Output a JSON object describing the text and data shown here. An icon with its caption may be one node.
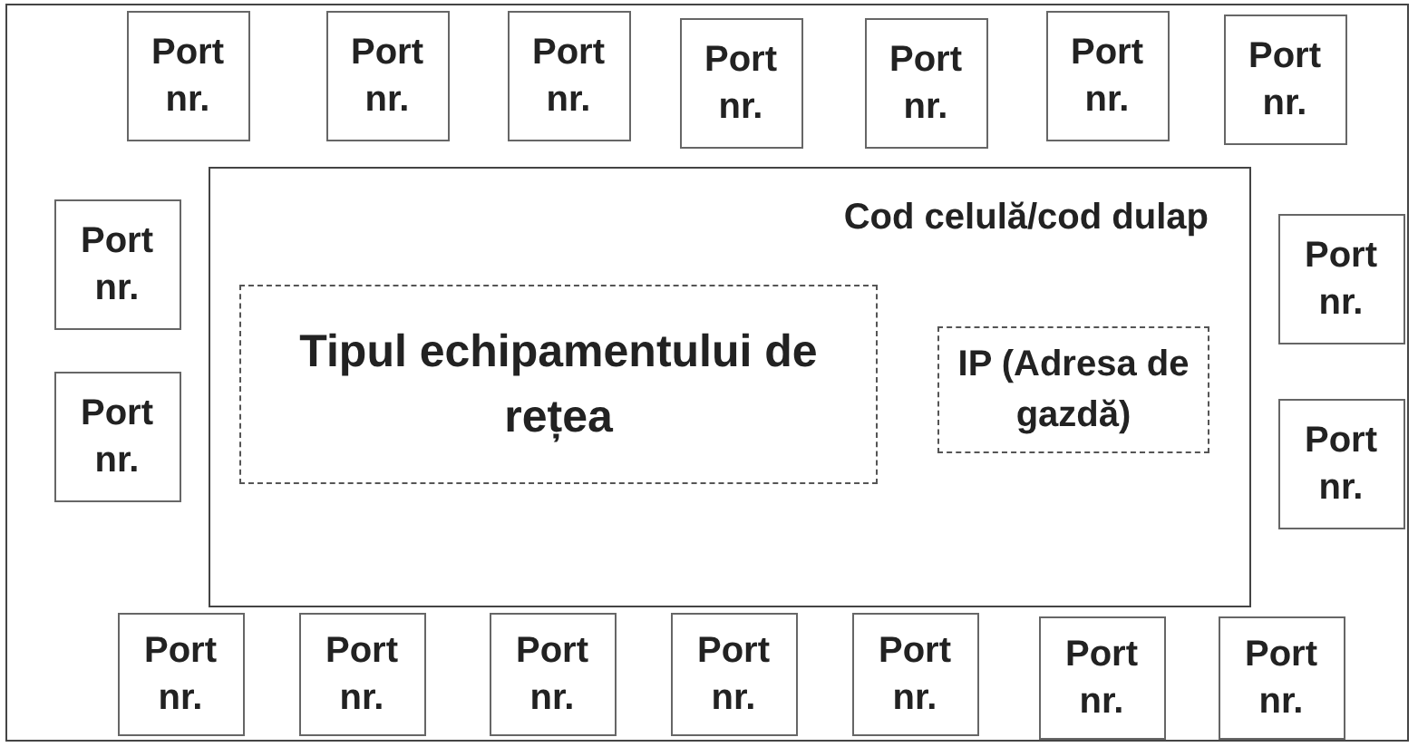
{
  "diagram": {
    "nodes": [
      {
        "text": [],
        "shape": "box"
      },
      {
        "text": [
          "Port nr."
        ],
        "in": 0
      },
      {
        "text": [
          "Port nr."
        ],
        "in": 0
      },
      {
        "text": [
          "Port nr."
        ],
        "in": 0
      },
      {
        "text": [
          "Port nr."
        ],
        "in": 0
      },
      {
        "text": [
          "Port nr."
        ],
        "in": 0
      },
      {
        "text": [
          "Port nr."
        ],
        "in": 0
      },
      {
        "text": [
          "Port nr."
        ],
        "in": 0
      },
      {
        "text": [
          "Cod celulă/cod dulap"
        ],
        "in": 0
      },
      {
        "text": [
          "Tipul echipamentului de rețea"
        ],
        "in": 8
      },
      {
        "text": [
          "IP (Adresa de gazdă)"
        ],
        "in": 8
      },
      {
        "text": [
          "Port nr."
        ],
        "in": 0
      },
      {
        "text": [
          "Port nr."
        ],
        "in": 0
      },
      {
        "text": [
          "Port nr."
        ],
        "in": 0
      },
      {
        "text": [
          "Port nr."
        ],
        "in": 0
      },
      {
        "text": [
          "Port nr."
        ],
        "in": 0
      },
      {
        "text": [
          "Port nr."
        ],
        "in": 0
      },
      {
        "text": [
          "Port nr."
        ],
        "in": 0
      },
      {
        "text": [
          "Port nr."
        ],
        "in": 0
      },
      {
        "text": [
          "Port nr."
        ],
        "in": 0
      },
      {
        "text": [
          "Port nr."
        ],
        "in": 0
      },
      {
        "text": [
          "Port nr."
        ],
        "in": 0
      }
    ]
  }
}
